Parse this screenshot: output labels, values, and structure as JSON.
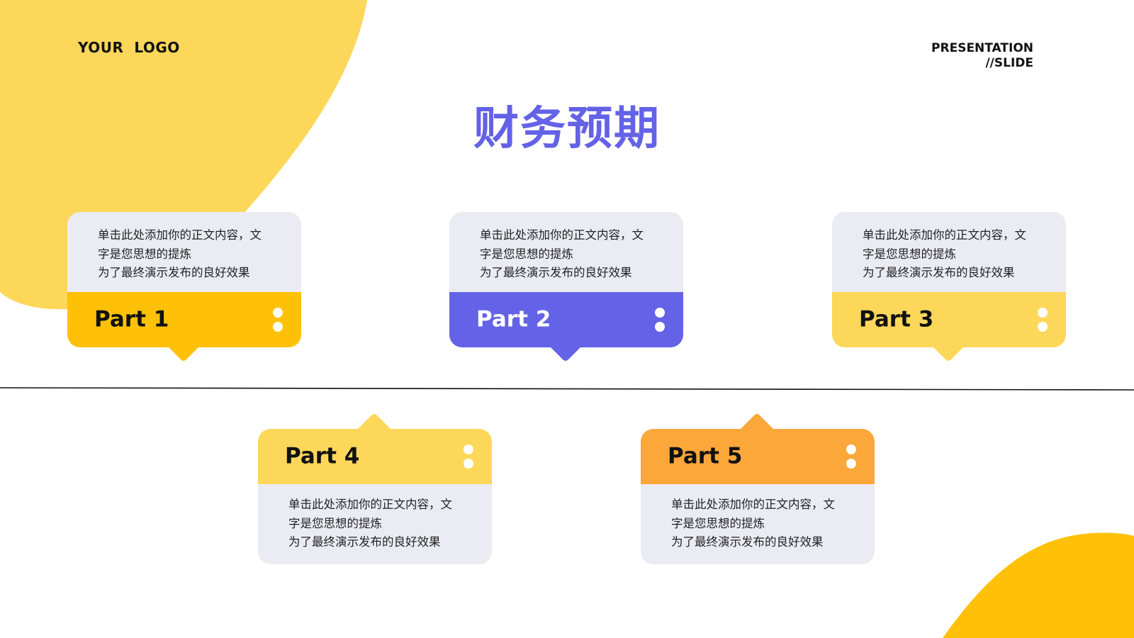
{
  "header": {
    "logo": "YOUR  LOGO",
    "presentation_line1": "PRESENTATION",
    "presentation_line2": "//SLIDE"
  },
  "title": "财务预期",
  "colors": {
    "yellow_blob": "#fdd75a",
    "orange_yellow": "#ffc107",
    "purple": "#6462e6",
    "light_yellow": "#fdd75a",
    "orange": "#fba73a",
    "card_body": "#ebebf4"
  },
  "cards": [
    {
      "label": "Part 1",
      "color": "#ffc107",
      "label_color": "#111111",
      "lines": [
        "单击此处添加你的正文内容，文",
        "字是您思想的提炼",
        "为了最终演示发布的良好效果"
      ]
    },
    {
      "label": "Part 2",
      "color": "#6462e6",
      "label_color": "#ffffff",
      "lines": [
        "单击此处添加你的正文内容，文",
        "字是您思想的提炼",
        "为了最终演示发布的良好效果"
      ]
    },
    {
      "label": "Part 3",
      "color": "#fdd75a",
      "label_color": "#111111",
      "lines": [
        "单击此处添加你的正文内容，文",
        "字是您思想的提炼",
        "为了最终演示发布的良好效果"
      ]
    },
    {
      "label": "Part 4",
      "color": "#fdd75a",
      "label_color": "#111111",
      "lines": [
        "单击此处添加你的正文内容，文",
        "字是您思想的提炼",
        "为了最终演示发布的良好效果"
      ]
    },
    {
      "label": "Part 5",
      "color": "#fba73a",
      "label_color": "#111111",
      "lines": [
        "单击此处添加你的正文内容，文",
        "字是您思想的提炼",
        "为了最终演示发布的良好效果"
      ]
    }
  ]
}
